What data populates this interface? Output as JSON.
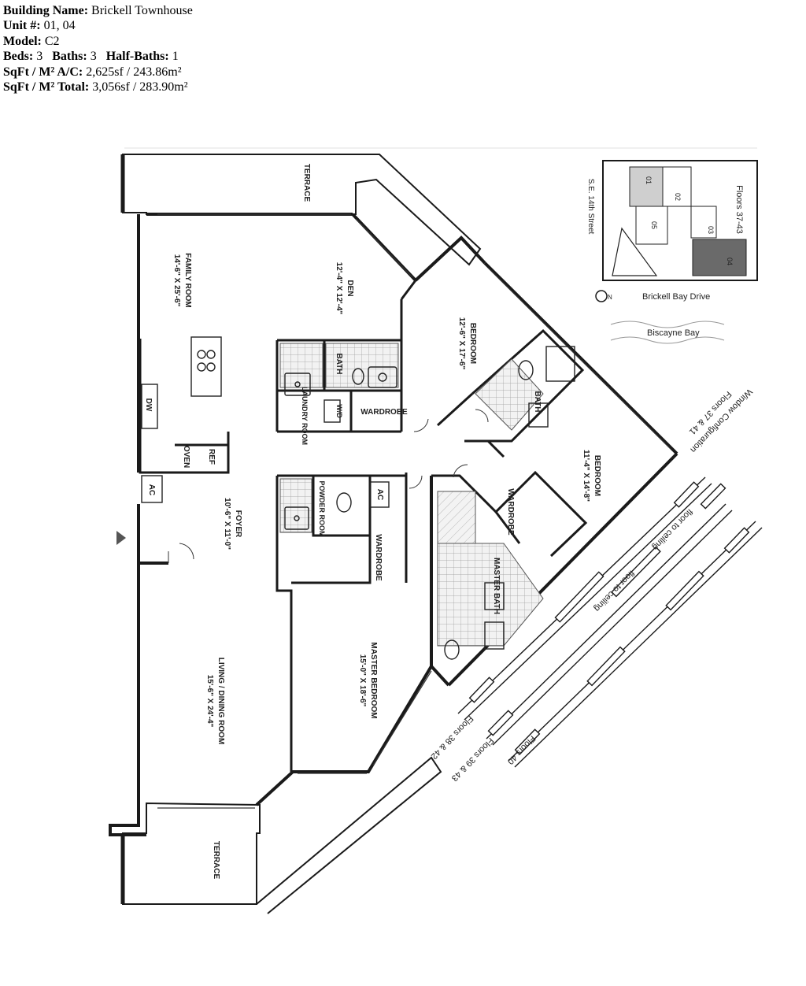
{
  "header": {
    "building_label": "Building Name:",
    "building_value": "Brickell Townhouse",
    "unit_label": "Unit #:",
    "unit_value": "01, 04",
    "model_label": "Model:",
    "model_value": "C2",
    "beds_label": "Beds:",
    "beds_value": "3",
    "baths_label": "Baths:",
    "baths_value": "3",
    "halfbaths_label": "Half-Baths:",
    "halfbaths_value": "1",
    "sqft_ac_label": "SqFt / M² A/C:",
    "sqft_ac_value": "2,625sf / 243.86m²",
    "sqft_total_label": "SqFt / M² Total:",
    "sqft_total_value": "3,056sf / 283.90m²"
  },
  "rooms": {
    "terrace_top": "TERRACE",
    "family_room": "FAMILY ROOM",
    "family_room_dim": "14'-6\" X 25'-6\"",
    "den": "DEN",
    "den_dim": "12'-4\" X 12'-4\"",
    "bath_1": "BATH",
    "laundry": "LAUNDRY ROOM",
    "wd": "W/D",
    "wardrobe_1": "WARDROBE",
    "bedroom_1": "BEDROOM",
    "bedroom_1_dim": "12'-6\" X 17'-6\"",
    "bath_2": "BATH",
    "bedroom_2": "BEDROOM",
    "bedroom_2_dim": "11'-4\" X 14'-8\"",
    "wardrobe_2": "WARDROBE",
    "dw": "DW",
    "oven": "OVEN",
    "ref": "REF",
    "ac_1": "AC",
    "ac_2": "AC",
    "foyer": "FOYER",
    "foyer_dim": "10'-6\" X 11'-0\"",
    "powder_room": "POWDER ROOM",
    "wardrobe_3": "WARDROBE",
    "master_bath": "MASTER BATH",
    "living_dining": "LIVING / DINING ROOM",
    "living_dining_dim": "15'-6\" X 24'-4\"",
    "master_bedroom": "MASTER BEDROOM",
    "master_bedroom_dim": "15'-0\" X 18'-6\"",
    "terrace_bottom": "TERRACE"
  },
  "windows": {
    "config_title": "Window Configuration",
    "floors_37_41": "Floors 37 & 41",
    "floor_to_ceiling_1": "floor to ceiling",
    "floor_to_ceiling_2": "floor to ceiling",
    "floors_38_42": "Floors 38 & 42",
    "floors_39_43": "Floors 39 & 43",
    "floors_40": "Floors 40"
  },
  "keyplan": {
    "floors": "Floors 37-43",
    "street": "S.E. 14th Street",
    "drive": "Brickell Bay Drive",
    "bay": "Biscayne Bay",
    "north": "N",
    "unit_01": "01",
    "unit_02": "02",
    "unit_03": "03",
    "unit_04": "04",
    "unit_05": "05"
  }
}
